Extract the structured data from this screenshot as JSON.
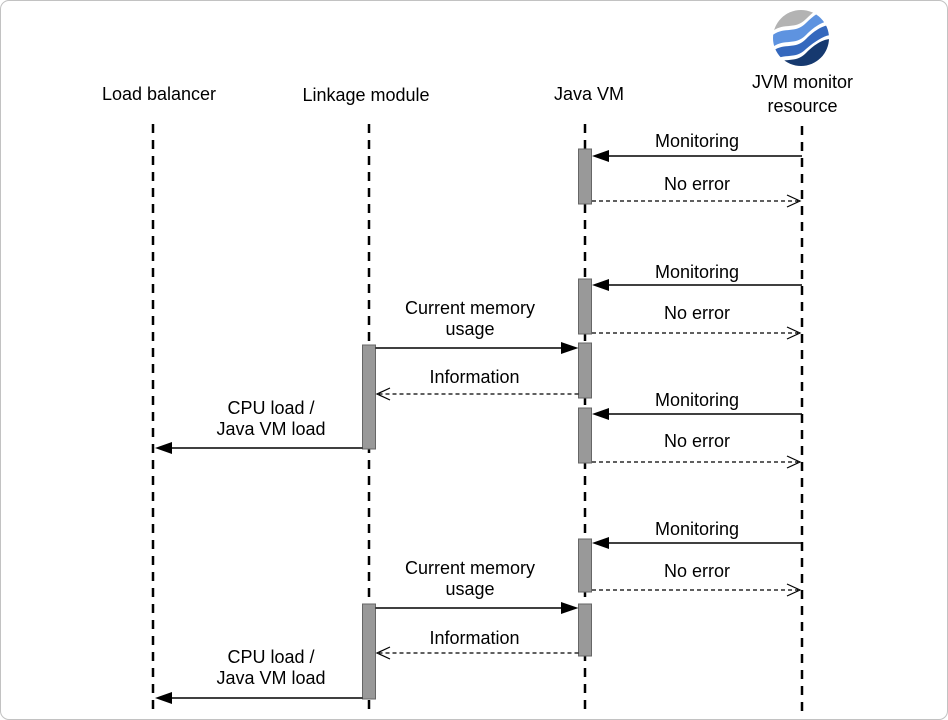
{
  "diagram_type": "uml-sequence",
  "actors": [
    {
      "id": "load-balancer",
      "label": "Load balancer"
    },
    {
      "id": "linkage-module",
      "label": "Linkage module"
    },
    {
      "id": "java-vm",
      "label": "Java VM"
    },
    {
      "id": "jvm-monitor-resource",
      "label": "JVM monitor resource"
    }
  ],
  "logo": {
    "name": "jvm-monitor-logo",
    "shape": "sphere-with-wavy-bands",
    "colors": {
      "gray": "#b3b3b3",
      "light_blue": "#5e93e0",
      "mid_blue": "#3568bd",
      "navy": "#16396f"
    }
  },
  "messages": [
    {
      "label": "Monitoring",
      "from": "JVM monitor resource",
      "to": "Java VM",
      "line": "solid"
    },
    {
      "label": "No error",
      "from": "Java VM",
      "to": "JVM monitor resource",
      "line": "dashed"
    },
    {
      "label": "Monitoring",
      "from": "JVM monitor resource",
      "to": "Java VM",
      "line": "solid"
    },
    {
      "label": "No error",
      "from": "Java VM",
      "to": "JVM monitor resource",
      "line": "dashed"
    },
    {
      "label": "Current memory usage",
      "from": "Linkage module",
      "to": "Java VM",
      "line": "solid"
    },
    {
      "label": "Information",
      "from": "Java VM",
      "to": "Linkage module",
      "line": "dashed"
    },
    {
      "label": "Monitoring",
      "from": "JVM monitor resource",
      "to": "Java VM",
      "line": "solid"
    },
    {
      "label": "No error",
      "from": "Java VM",
      "to": "JVM monitor resource",
      "line": "dashed"
    },
    {
      "label": "CPU load / Java VM load",
      "from": "Linkage module",
      "to": "Load balancer",
      "line": "solid"
    },
    {
      "label": "Monitoring",
      "from": "JVM monitor resource",
      "to": "Java VM",
      "line": "solid"
    },
    {
      "label": "No error",
      "from": "Java VM",
      "to": "JVM monitor resource",
      "line": "dashed"
    },
    {
      "label": "Current memory usage",
      "from": "Linkage module",
      "to": "Java VM",
      "line": "solid"
    },
    {
      "label": "Information",
      "from": "Java VM",
      "to": "Linkage module",
      "line": "dashed"
    },
    {
      "label": "CPU load / Java VM load",
      "from": "Linkage module",
      "to": "Load balancer",
      "line": "solid"
    }
  ]
}
